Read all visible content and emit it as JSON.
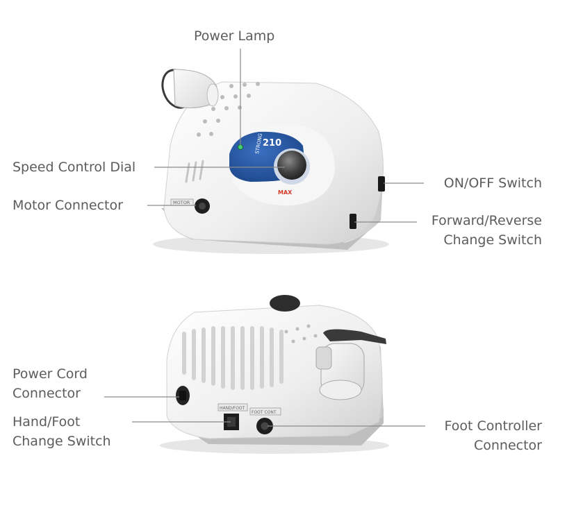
{
  "labels": {
    "power_lamp": "Power Lamp",
    "speed_control_dial": "Speed Control Dial",
    "motor_connector": "Motor Connector",
    "on_off_switch": "ON/OFF Switch",
    "forward_reverse": [
      "Forward/Reverse",
      "Change Switch"
    ],
    "power_cord": [
      "Power Cord",
      "Connector"
    ],
    "hand_foot": [
      "Hand/Foot",
      "Change Switch"
    ],
    "foot_controller": [
      "Foot Controller",
      "Connector"
    ]
  },
  "device_marks": {
    "brand": "STRONG",
    "model": "210",
    "max": "MAX",
    "motor": "MOTOR",
    "hand_foot": "HAND/FOOT",
    "foot_cont": "FOOT CONT."
  },
  "colors": {
    "label_text": "#5c5c5c",
    "leader_line": "#8a8a8a",
    "body_white": "#f4f4f4",
    "panel_blue": "#1f4f9a",
    "max_red": "#d23a2a"
  }
}
